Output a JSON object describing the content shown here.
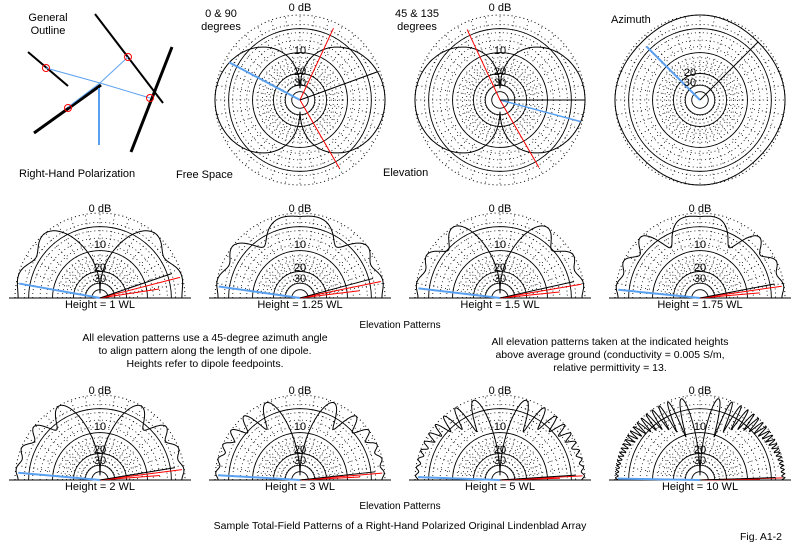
{
  "outline": {
    "title_line1": "General",
    "title_line2": "Outline",
    "caption": "Right-Hand Polarization"
  },
  "free_space": {
    "plot1": {
      "title_line1": "0 & 90",
      "title_line2": "degrees",
      "caption": "Free Space"
    },
    "plot2": {
      "title_line1": "45 & 135",
      "title_line2": "degrees",
      "caption": "Elevation"
    },
    "plot3": {
      "title": "Azimuth"
    }
  },
  "ring_labels": {
    "zero": "0 dB",
    "ten": "10",
    "twenty": "20",
    "thirty": "30"
  },
  "elevation_row1": {
    "heights": [
      "Height = 1 WL",
      "Height = 1.25 WL",
      "Height = 1.5 WL",
      "Height = 1.75 WL"
    ],
    "height_values_wl": [
      1,
      1.25,
      1.5,
      1.75
    ],
    "section_title": "Elevation Patterns"
  },
  "notes": {
    "left": [
      "All elevation patterns use a 45-degree azimuth angle",
      "to align pattern along the length of one dipole.",
      "Heights refer to dipole feedpoints."
    ],
    "right": [
      "All elevation patterns taken at the indicated heights",
      "above average ground (conductivity = 0.005 S/m,",
      "relative permittivity = 13."
    ]
  },
  "elevation_row2": {
    "heights": [
      "Height = 2 WL",
      "Height = 3 WL",
      "Height = 5 WL",
      "Height = 10 WL"
    ],
    "height_values_wl": [
      2,
      3,
      5,
      10
    ],
    "section_title": "Elevation Patterns"
  },
  "caption": "Sample Total-Field Patterns of a Right-Hand Polarized Original Lindenblad Array",
  "figure_number": "Fig. A1-2",
  "colors": {
    "pattern": "#000000",
    "blue_trace": "#5aa0f0",
    "red_trace": "#ff0000"
  }
}
